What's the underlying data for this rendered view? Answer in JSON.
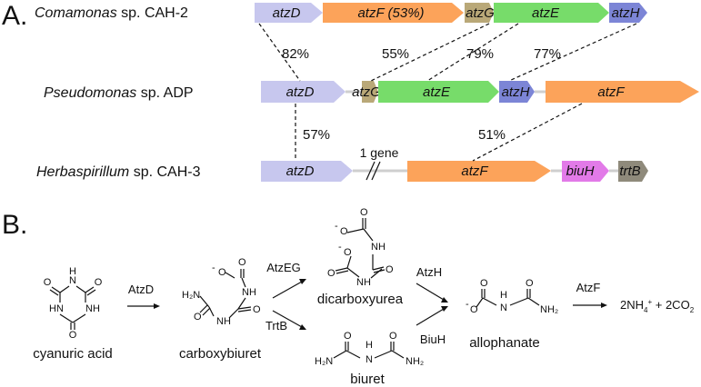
{
  "panel_a": {
    "label": "A.",
    "organisms": [
      {
        "genus": "Comamonas",
        "rest": " sp. CAH-2"
      },
      {
        "genus": "Pseudomonas",
        "rest": " sp. ADP"
      },
      {
        "genus": "Herbaspirillum",
        "rest": " sp. CAH-3"
      }
    ],
    "genes": {
      "row1": [
        "atzD",
        "atzF (53%)",
        "atzG",
        "atzE",
        "atzH"
      ],
      "row2": [
        "atzD",
        "atzG",
        "atzE",
        "atzH",
        "atzF"
      ],
      "row3": [
        "atzD",
        "atzF",
        "biuH",
        "trtB"
      ]
    },
    "identities": [
      "82%",
      "55%",
      "79%",
      "77%",
      "57%",
      "51%"
    ],
    "gap_label": "1 gene",
    "colors": {
      "atzD": "#c7c7ee",
      "atzF": "#fca35a",
      "atzG": "#b9a878",
      "atzE": "#77dc6a",
      "atzH": "#7c85d6",
      "biuH": "#e27ae8",
      "trtB": "#8f8a7b",
      "connector": "#cfcfcf"
    }
  },
  "panel_b": {
    "label": "B.",
    "compounds": {
      "cyanuric_acid": "cyanuric acid",
      "carboxybiuret": "carboxybiuret",
      "dicarboxyurea": "dicarboxyurea",
      "biuret": "biuret",
      "allophanate": "allophanate"
    },
    "enzymes": {
      "atzD": "AtzD",
      "atzEG": "AtzEG",
      "trtB": "TrtB",
      "atzH": "AtzH",
      "biuH": "BiuH",
      "atzF": "AtzF"
    },
    "products": {
      "nh4": "2NH",
      "nh4_sup": "4",
      "nh4_charge": "+",
      "plus": " + 2CO",
      "co2_sub": "2"
    },
    "atoms": {
      "O": "O",
      "N": "N",
      "NH": "NH",
      "HN": "HN",
      "H": "H",
      "H2N": "H₂N",
      "NH2": "NH₂",
      "minus": "-"
    }
  }
}
